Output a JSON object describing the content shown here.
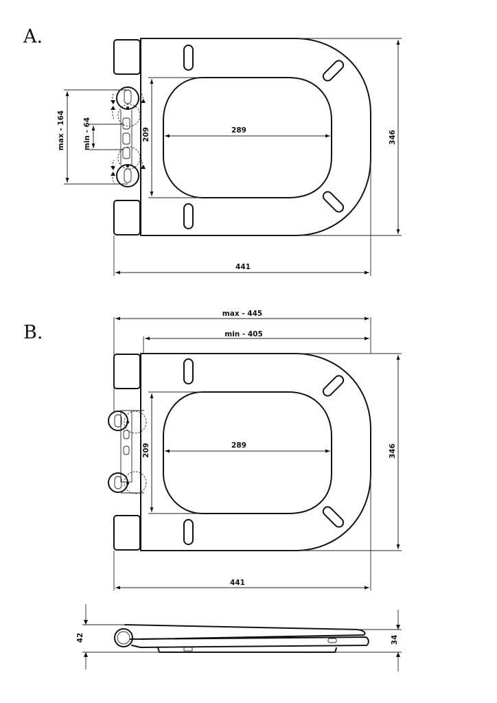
{
  "panels": {
    "a": {
      "label": "A.",
      "dims": {
        "width_total": "441",
        "height_total": "346",
        "opening_width": "289",
        "opening_height": "209",
        "hinge_spacing_max": "max - 164",
        "hinge_spacing_min": "min - 64"
      }
    },
    "b": {
      "label": "B.",
      "dims": {
        "length_max": "max - 445",
        "length_min": "min - 405",
        "width_total": "441",
        "height_total": "346",
        "opening_width": "289",
        "opening_height": "209"
      }
    },
    "side": {
      "dims": {
        "closed_height": "42",
        "seat_height": "34"
      }
    }
  }
}
